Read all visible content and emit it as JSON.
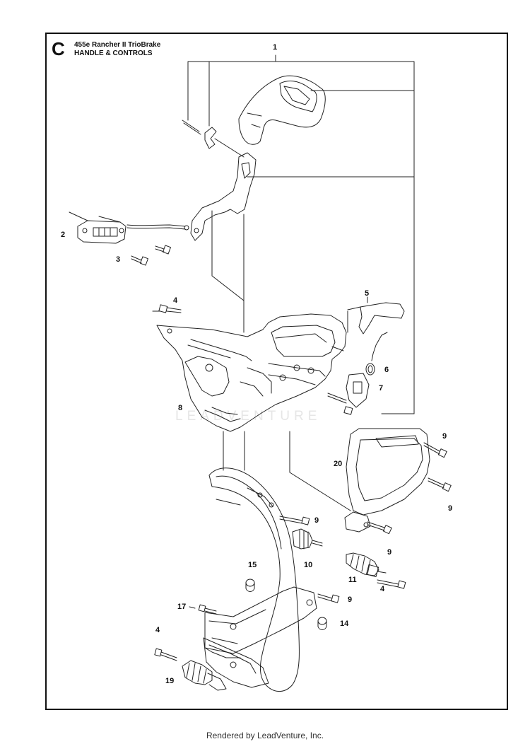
{
  "diagram": {
    "section_letter": "C",
    "model": "455e Rancher II TrioBrake",
    "title": "HANDLE & CONTROLS",
    "watermark": "LEADVENTURE",
    "callouts": [
      {
        "id": "c1",
        "text": "1"
      },
      {
        "id": "c2",
        "text": "2"
      },
      {
        "id": "c3",
        "text": "3"
      },
      {
        "id": "c4a",
        "text": "4"
      },
      {
        "id": "c5",
        "text": "5"
      },
      {
        "id": "c6",
        "text": "6"
      },
      {
        "id": "c7",
        "text": "7"
      },
      {
        "id": "c8",
        "text": "8"
      },
      {
        "id": "c9a",
        "text": "9"
      },
      {
        "id": "c20",
        "text": "20"
      },
      {
        "id": "c9b",
        "text": "9"
      },
      {
        "id": "c9c",
        "text": "9"
      },
      {
        "id": "c10",
        "text": "10"
      },
      {
        "id": "c9d",
        "text": "9"
      },
      {
        "id": "c15",
        "text": "15"
      },
      {
        "id": "c11",
        "text": "11"
      },
      {
        "id": "c4b",
        "text": "4"
      },
      {
        "id": "c9e",
        "text": "9"
      },
      {
        "id": "c17",
        "text": "17"
      },
      {
        "id": "c14",
        "text": "14"
      },
      {
        "id": "c4c",
        "text": "4"
      },
      {
        "id": "c19",
        "text": "19"
      }
    ]
  },
  "footer": {
    "text": "Rendered by LeadVenture, Inc."
  }
}
